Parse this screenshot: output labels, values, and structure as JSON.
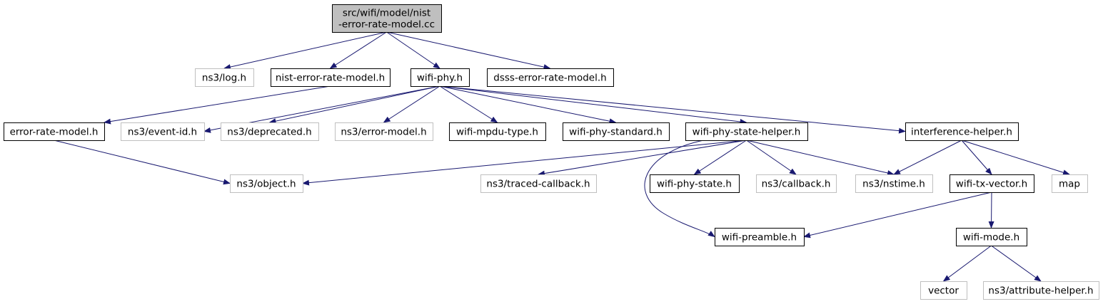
{
  "colors": {
    "edge": "#191970",
    "border_documented": "#000000",
    "border_external": "#bfbfbf",
    "root_fill": "#bfbfbf"
  },
  "nodes": [
    {
      "id": "root",
      "lines": [
        "src/wifi/model/nist",
        "-error-rate-model.cc"
      ],
      "kind": "root"
    },
    {
      "id": "log",
      "lines": [
        "ns3/log.h"
      ],
      "kind": "external"
    },
    {
      "id": "nist",
      "lines": [
        "nist-error-rate-model.h"
      ],
      "kind": "documented"
    },
    {
      "id": "wifiphy",
      "lines": [
        "wifi-phy.h"
      ],
      "kind": "documented"
    },
    {
      "id": "dsss",
      "lines": [
        "dsss-error-rate-model.h"
      ],
      "kind": "documented"
    },
    {
      "id": "erm",
      "lines": [
        "error-rate-model.h"
      ],
      "kind": "documented"
    },
    {
      "id": "eventid",
      "lines": [
        "ns3/event-id.h"
      ],
      "kind": "external"
    },
    {
      "id": "deprecated",
      "lines": [
        "ns3/deprecated.h"
      ],
      "kind": "external"
    },
    {
      "id": "errormodel",
      "lines": [
        "ns3/error-model.h"
      ],
      "kind": "external"
    },
    {
      "id": "mpdu",
      "lines": [
        "wifi-mpdu-type.h"
      ],
      "kind": "documented"
    },
    {
      "id": "standard",
      "lines": [
        "wifi-phy-standard.h"
      ],
      "kind": "documented"
    },
    {
      "id": "psh",
      "lines": [
        "wifi-phy-state-helper.h"
      ],
      "kind": "documented"
    },
    {
      "id": "interf",
      "lines": [
        "interference-helper.h"
      ],
      "kind": "documented"
    },
    {
      "id": "object",
      "lines": [
        "ns3/object.h"
      ],
      "kind": "external"
    },
    {
      "id": "traced",
      "lines": [
        "ns3/traced-callback.h"
      ],
      "kind": "external"
    },
    {
      "id": "phystate",
      "lines": [
        "wifi-phy-state.h"
      ],
      "kind": "documented"
    },
    {
      "id": "callback",
      "lines": [
        "ns3/callback.h"
      ],
      "kind": "external"
    },
    {
      "id": "nstime",
      "lines": [
        "ns3/nstime.h"
      ],
      "kind": "external"
    },
    {
      "id": "txvector",
      "lines": [
        "wifi-tx-vector.h"
      ],
      "kind": "documented"
    },
    {
      "id": "map",
      "lines": [
        "map"
      ],
      "kind": "external"
    },
    {
      "id": "preamble",
      "lines": [
        "wifi-preamble.h"
      ],
      "kind": "documented"
    },
    {
      "id": "mode",
      "lines": [
        "wifi-mode.h"
      ],
      "kind": "documented"
    },
    {
      "id": "vector",
      "lines": [
        "vector"
      ],
      "kind": "external"
    },
    {
      "id": "attr",
      "lines": [
        "ns3/attribute-helper.h"
      ],
      "kind": "external"
    }
  ],
  "edges": [
    [
      "root",
      "log"
    ],
    [
      "root",
      "nist"
    ],
    [
      "root",
      "wifiphy"
    ],
    [
      "root",
      "dsss"
    ],
    [
      "nist",
      "erm"
    ],
    [
      "erm",
      "object"
    ],
    [
      "wifiphy",
      "eventid"
    ],
    [
      "wifiphy",
      "deprecated"
    ],
    [
      "wifiphy",
      "errormodel"
    ],
    [
      "wifiphy",
      "mpdu"
    ],
    [
      "wifiphy",
      "standard"
    ],
    [
      "wifiphy",
      "psh"
    ],
    [
      "wifiphy",
      "interf"
    ],
    [
      "psh",
      "object"
    ],
    [
      "psh",
      "traced"
    ],
    [
      "psh",
      "phystate"
    ],
    [
      "psh",
      "callback"
    ],
    [
      "psh",
      "nstime"
    ],
    [
      "psh",
      "preamble"
    ],
    [
      "interf",
      "nstime"
    ],
    [
      "interf",
      "txvector"
    ],
    [
      "interf",
      "map"
    ],
    [
      "txvector",
      "preamble"
    ],
    [
      "txvector",
      "mode"
    ],
    [
      "mode",
      "vector"
    ],
    [
      "mode",
      "attr"
    ]
  ]
}
